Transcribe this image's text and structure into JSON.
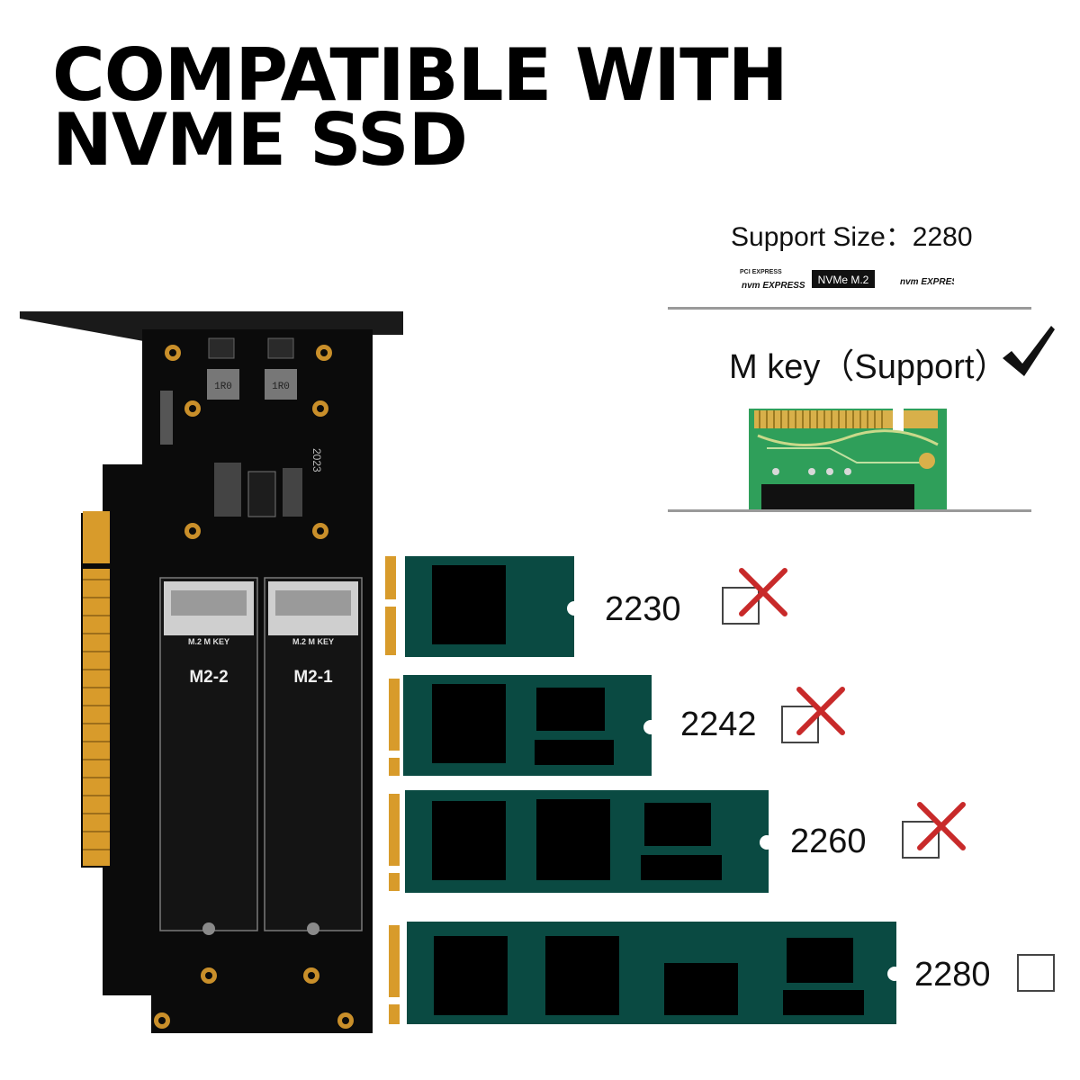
{
  "headline": {
    "line1": "COMPATIBLE WITH",
    "line2": "NVME SSD"
  },
  "spec_panel": {
    "support_size": "Support Size：2280",
    "logos": [
      "PCI EXPRESS",
      "nvm EXPRESS",
      "NVMe M.2",
      "nvm EXPRESS"
    ],
    "m_key_text": "M key（Support）"
  },
  "card": {
    "slot_left_label": "M2-2",
    "slot_right_label": "M2-1",
    "slot_key_label": "M.2 M KEY",
    "silk_year": "2023",
    "inductor_text": "1R0"
  },
  "sizes": [
    {
      "label": "2230",
      "supported": false
    },
    {
      "label": "2242",
      "supported": false
    },
    {
      "label": "2260",
      "supported": false
    },
    {
      "label": "2280",
      "supported": true
    }
  ],
  "colors": {
    "ssd_green": "#0a4a42",
    "pcb": "#0b0b0b",
    "gold": "#d89b2b",
    "x_red": "#c82a2a"
  }
}
